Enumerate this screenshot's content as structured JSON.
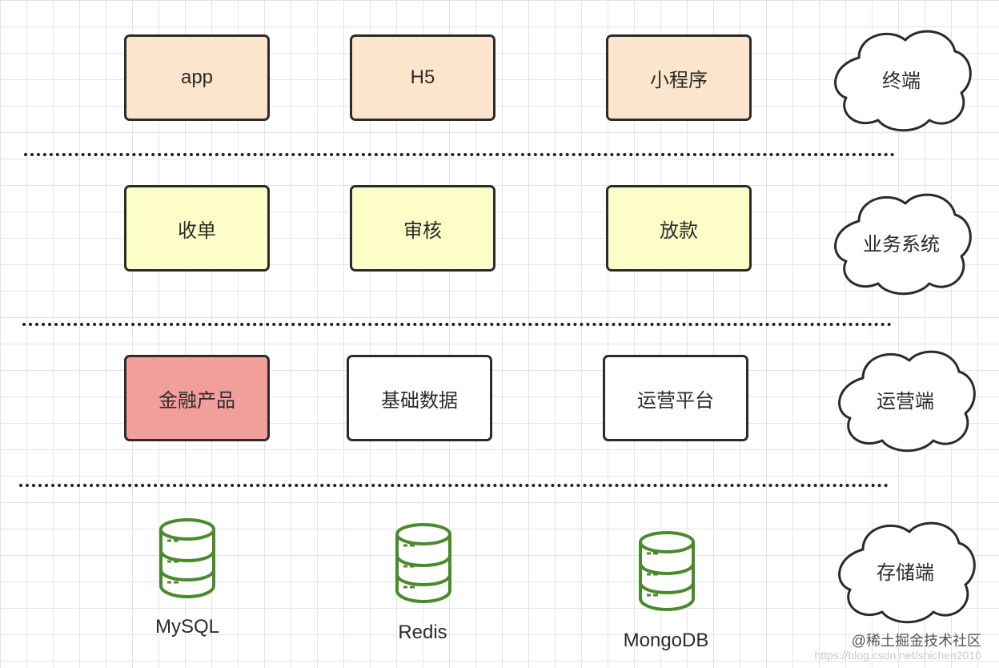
{
  "terminal_layer": {
    "boxes": [
      "app",
      "H5",
      "小程序"
    ],
    "cloud": "终端"
  },
  "business_layer": {
    "boxes": [
      "收单",
      "审核",
      "放款"
    ],
    "cloud": "业务系统"
  },
  "operations_layer": {
    "boxes": [
      "金融产品",
      "基础数据",
      "运营平台"
    ],
    "cloud": "运营端"
  },
  "storage_layer": {
    "databases": [
      "MySQL",
      "Redis",
      "MongoDB"
    ],
    "cloud": "存储端"
  },
  "watermark": {
    "community": "@稀土掘金技术社区",
    "url": "https://blog.csdn.net/shichen2010"
  },
  "colors": {
    "terminal_fill": "#fce5cd",
    "business_fill": "#fdfdc8",
    "product_fill": "#f29e9a",
    "database_stroke": "#4a8a2c"
  }
}
